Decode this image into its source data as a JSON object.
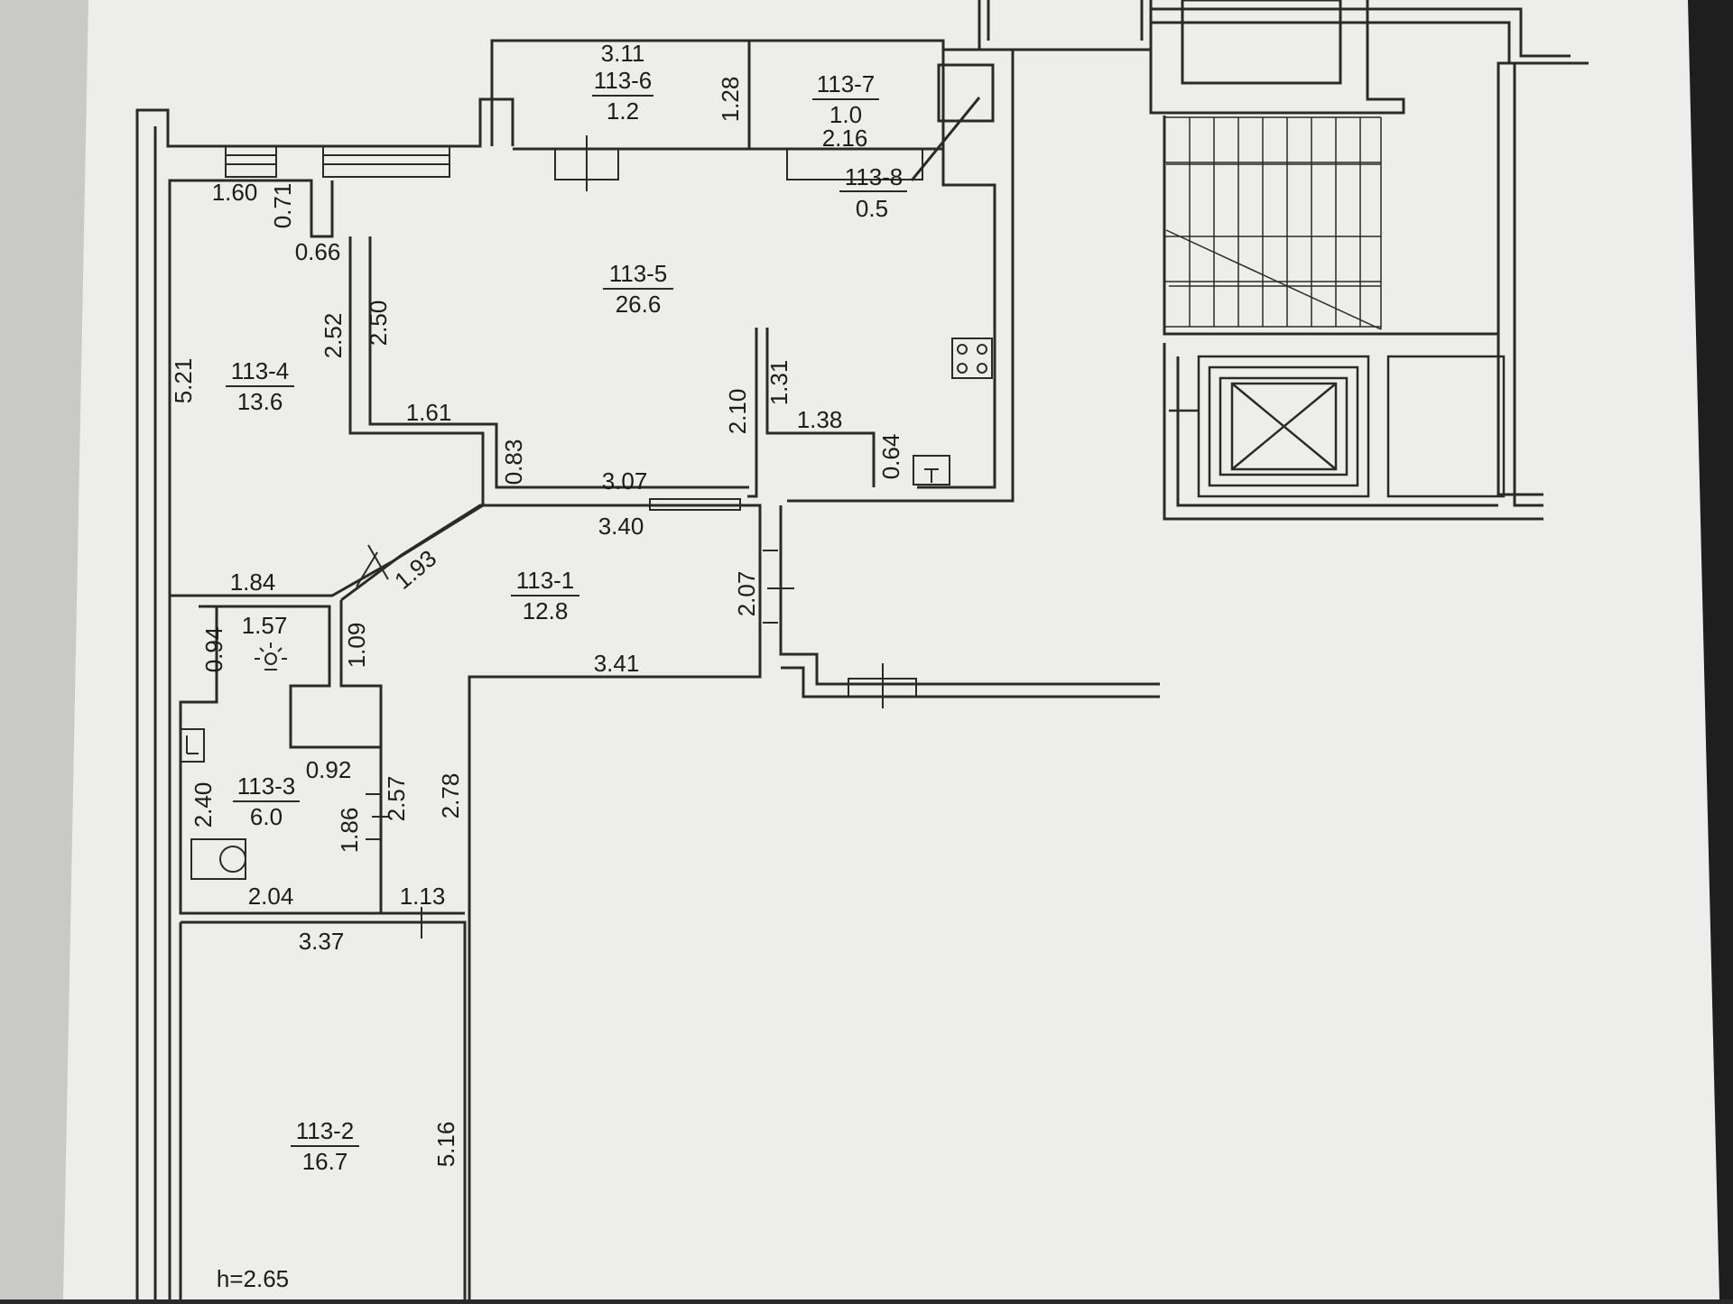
{
  "colors": {
    "paper": "#ededeb",
    "ink": "#2a2a2a",
    "left_edge": "#c9c9c7",
    "background": "#1e1e1e"
  },
  "rooms": {
    "r1": {
      "id": "113-1",
      "area": "12.8"
    },
    "r2": {
      "id": "113-2",
      "area": "16.7"
    },
    "r3": {
      "id": "113-3",
      "area": "6.0"
    },
    "r4": {
      "id": "113-4",
      "area": "13.6"
    },
    "r5": {
      "id": "113-5",
      "area": "26.6"
    },
    "r6": {
      "id": "113-6",
      "area": "1.2",
      "code": "3.11"
    },
    "r7": {
      "id": "113-7",
      "area": "1.0"
    },
    "r8": {
      "id": "113-8",
      "area": "0.5"
    }
  },
  "dims": {
    "d1_60": "1.60",
    "d0_71": "0.71",
    "d0_66": "0.66",
    "d2_52": "2.52",
    "d2_50": "2.50",
    "d5_21": "5.21",
    "d1_61": "1.61",
    "d0_83": "0.83",
    "d3_07": "3.07",
    "d3_40": "3.40",
    "d2_10": "2.10",
    "d1_31": "1.31",
    "d1_38": "1.38",
    "d0_64": "0.64",
    "d1_28": "1.28",
    "d2_16": "2.16",
    "d1_84": "1.84",
    "d1_93": "1.93",
    "d2_07": "2.07",
    "d3_41": "3.41",
    "d1_57": "1.57",
    "d0_94": "0.94",
    "d1_09": "1.09",
    "d0_92": "0.92",
    "d2_40": "2.40",
    "d2_57": "2.57",
    "d1_86": "1.86",
    "d2_78": "2.78",
    "d2_04": "2.04",
    "d1_13": "1.13",
    "d3_37": "3.37",
    "d5_16": "5.16"
  },
  "height_note": "h=2.65"
}
